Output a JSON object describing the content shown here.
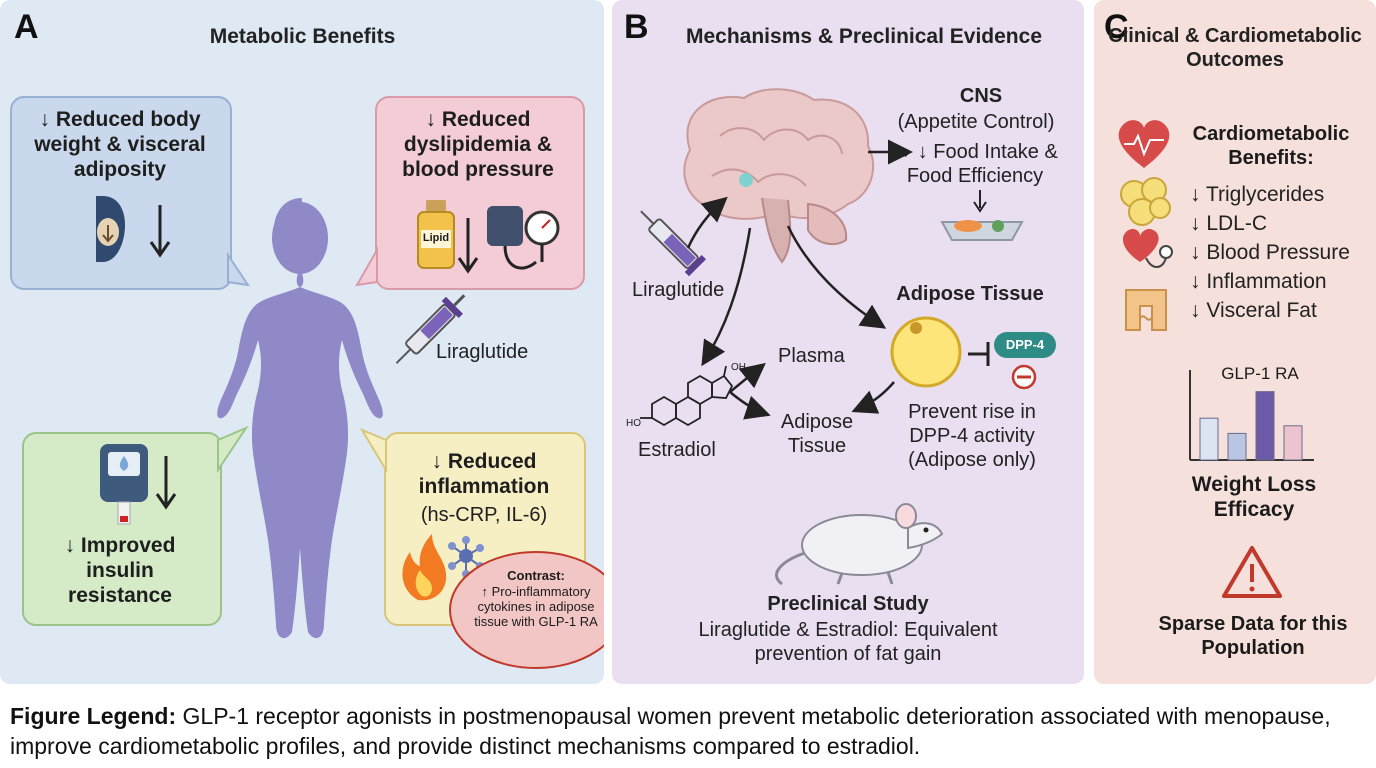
{
  "panel_a": {
    "letter": "A",
    "title": "Metabolic Benefits",
    "callouts": {
      "weight": "↓ Reduced body weight & visceral adiposity",
      "lipids": "↓ Reduced dyslipidemia & blood pressure",
      "insulin": "↓ Improved insulin resistance",
      "inflammation_title": "↓ Reduced inflammation",
      "inflammation_markers": "(hs-CRP, IL-6)"
    },
    "lipid_bottle_label": "Lipid",
    "drug_label": "Liraglutide",
    "contrast": {
      "title": "Contrast:",
      "body": "↑ Pro-inflammatory cytokines in adipose tissue with GLP-1 RA"
    }
  },
  "panel_b": {
    "letter": "B",
    "title": "Mechanisms & Preclinical Evidence",
    "cns_title": "CNS",
    "cns_subtitle": "(Appetite Control)",
    "food_effect": "→ ↓ Food Intake & Food Efficiency",
    "drug_label": "Liraglutide",
    "adipose_title": "Adipose Tissue",
    "dpp4_badge": "DPP-4",
    "dpp4_note": "Prevent rise in DPP-4 activity (Adipose only)",
    "plasma": "Plasma",
    "adipose_target": "Adipose Tissue",
    "estradiol": "Estradiol",
    "oh_label": "OH",
    "ho_label": "HO",
    "study_title": "Preclinical Study",
    "study_body": "Liraglutide & Estradiol: Equivalent prevention of fat gain"
  },
  "panel_c": {
    "letter": "C",
    "title": "Clinical & Cardiometabolic Outcomes",
    "benefits_title": "Cardiometabolic Benefits:",
    "benefits": [
      "↓ Triglycerides",
      "↓ LDL-C",
      "↓ Blood Pressure",
      "↓ Inflammation",
      "↓ Visceral Fat"
    ],
    "mini_chart_label": "GLP-1 RA",
    "mini_chart_relative_heights": [
      0.55,
      0.35,
      0.9,
      0.45
    ],
    "mini_chart_colors": [
      "#dbe4f3",
      "#b8c6e3",
      "#6d5aa6",
      "#ebc4cf"
    ],
    "chart_caption": "Weight Loss Efficacy",
    "warning": "Sparse Data for this Population"
  },
  "legend": {
    "label": "Figure Legend:",
    "text": "GLP-1 receptor agonists in postmenopausal women prevent metabolic deterioration associated with menopause, improve cardiometabolic profiles, and provide distinct mechanisms compared to estradiol."
  },
  "colors": {
    "panel_a_bg": "#dfe9f4",
    "panel_b_bg": "#eadff0",
    "panel_c_bg": "#f5e0dc",
    "silhouette": "#8f89c8",
    "syringe_plunger": "#5b3f91"
  }
}
